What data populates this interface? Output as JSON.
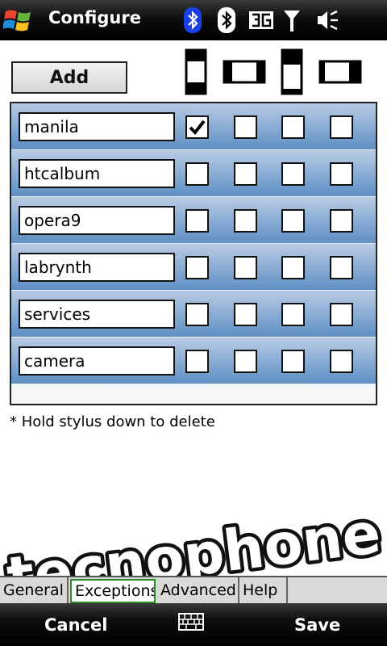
{
  "titlebar": {
    "title": "Configure",
    "icons": [
      "windows-logo",
      "bluetooth-active-icon",
      "bluetooth-icon",
      "3g-icon",
      "signal-icon",
      "volume-icon"
    ]
  },
  "toolbar": {
    "add_label": "Add",
    "orientation_icons": [
      "portrait-icon",
      "landscape-icon",
      "portrait-alt-icon",
      "landscape-alt-icon"
    ]
  },
  "exceptions": {
    "rows": [
      {
        "name": "manila",
        "checks": [
          true,
          false,
          false,
          false
        ]
      },
      {
        "name": "htcalbum",
        "checks": [
          false,
          false,
          false,
          false
        ]
      },
      {
        "name": "opera9",
        "checks": [
          false,
          false,
          false,
          false
        ]
      },
      {
        "name": "labrynth",
        "checks": [
          false,
          false,
          false,
          false
        ]
      },
      {
        "name": "services",
        "checks": [
          false,
          false,
          false,
          false
        ]
      },
      {
        "name": "camera",
        "checks": [
          false,
          false,
          false,
          false
        ]
      }
    ]
  },
  "hint": "* Hold stylus down to delete",
  "watermark": "tecnophone",
  "tabs": [
    {
      "label": "General",
      "active": false
    },
    {
      "label": "Exceptions",
      "active": true
    },
    {
      "label": "Advanced",
      "active": false
    },
    {
      "label": "Help",
      "active": false
    }
  ],
  "softkeys": {
    "left": "Cancel",
    "right": "Save"
  },
  "colors": {
    "row_gradient_top": "#b9cbe3",
    "row_gradient_bottom": "#5f8fc4",
    "active_tab_border": "#2d8a2d"
  }
}
